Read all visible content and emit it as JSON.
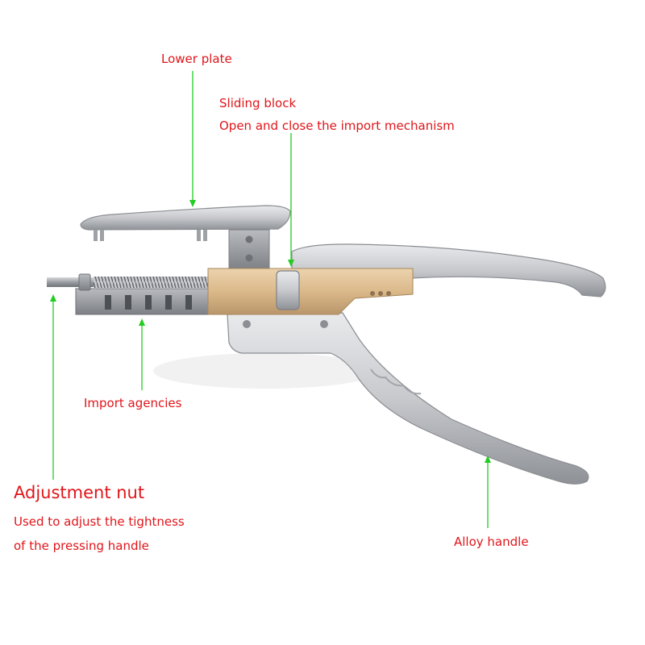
{
  "colors": {
    "label_red": "#e0151a",
    "pointer_green": "#22cc22",
    "metal_silver": "#c5c7cb",
    "block_gold": "#d9b98c"
  },
  "labels": {
    "lower_plate": "Lower plate",
    "sliding_block_title": "Sliding block",
    "sliding_block_desc": "Open and close the import mechanism",
    "import_agencies": "Import agencies",
    "adjustment_nut_title": "Adjustment nut",
    "adjustment_nut_desc_1": "Used to adjust the tightness",
    "adjustment_nut_desc_2": "of the pressing handle",
    "alloy_handle": "Alloy handle"
  }
}
